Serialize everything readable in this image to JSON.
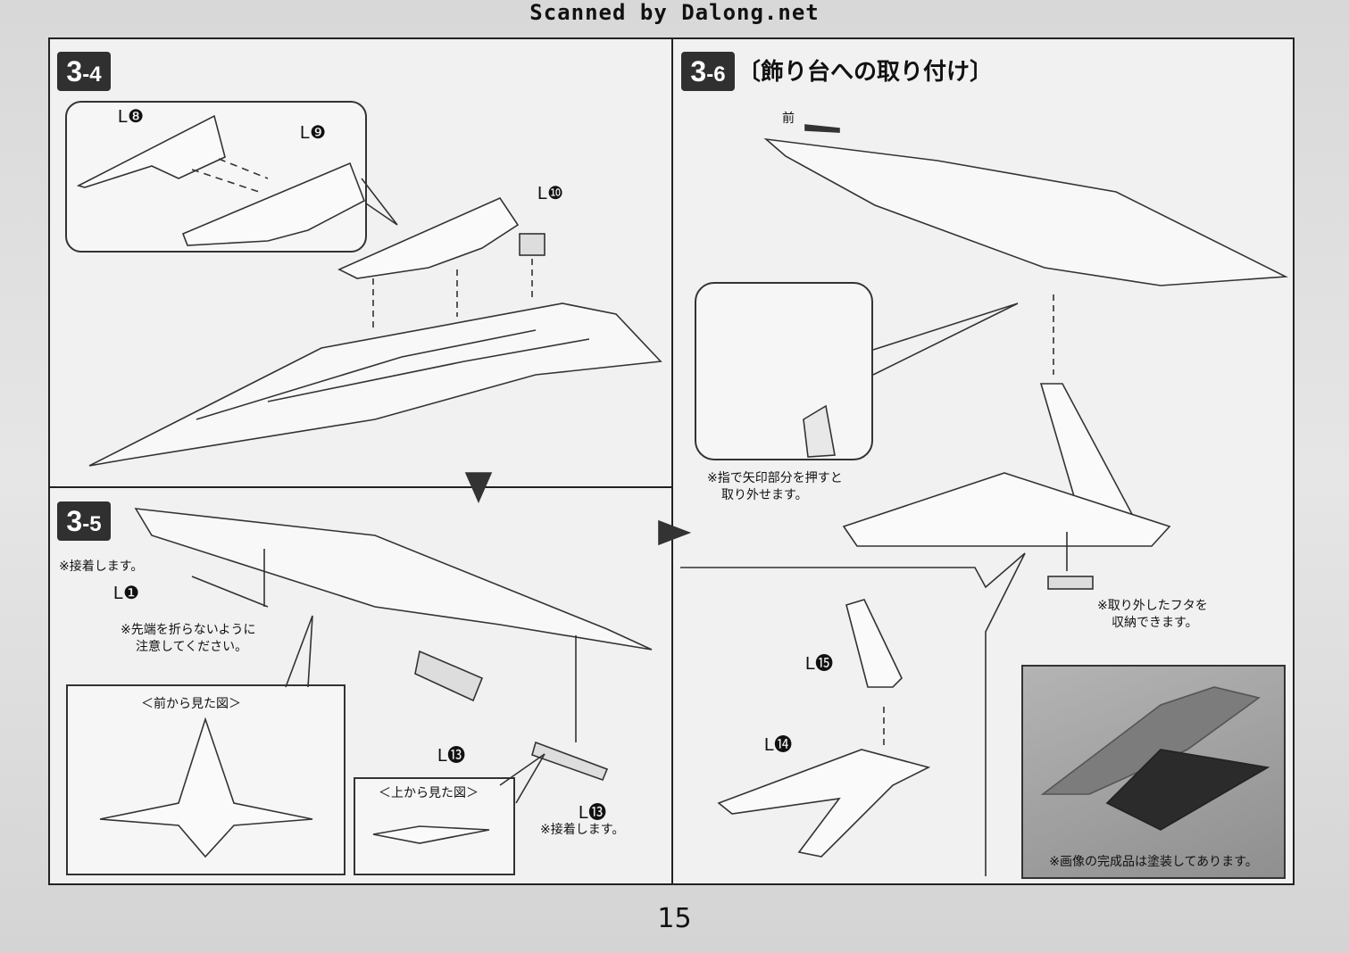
{
  "header": {
    "scan_credit": "Scanned by Dalong.net"
  },
  "page_number": "15",
  "steps": {
    "s34": {
      "badge_main": "3",
      "badge_sub": "-4",
      "parts": {
        "l8": "L❽",
        "l9": "L❾",
        "l10": "L❿"
      }
    },
    "s35": {
      "badge_main": "3",
      "badge_sub": "-5",
      "notes": {
        "glue": "※接着します。",
        "tip_line1": "※先端を折らないように",
        "tip_line2": "注意してください。",
        "glue2": "※接着します。"
      },
      "parts": {
        "l1": "L❶",
        "l13a": "L⓭",
        "l13b": "L⓭"
      },
      "front_view_title": "＜前から見た図＞",
      "top_view_title": "＜上から見た図＞"
    },
    "s36": {
      "badge_main": "3",
      "badge_sub": "-6",
      "title": "〔飾り台への取り付け〕",
      "front_label": "前",
      "notes": {
        "finger_line1": "※指で矢印部分を押すと",
        "finger_line2": "取り外せます。",
        "store_line1": "※取り外したフタを",
        "store_line2": "収納できます。",
        "painted": "※画像の完成品は塗装してあります。"
      },
      "parts": {
        "l15": "L⓯",
        "l14": "L⓮"
      }
    }
  }
}
